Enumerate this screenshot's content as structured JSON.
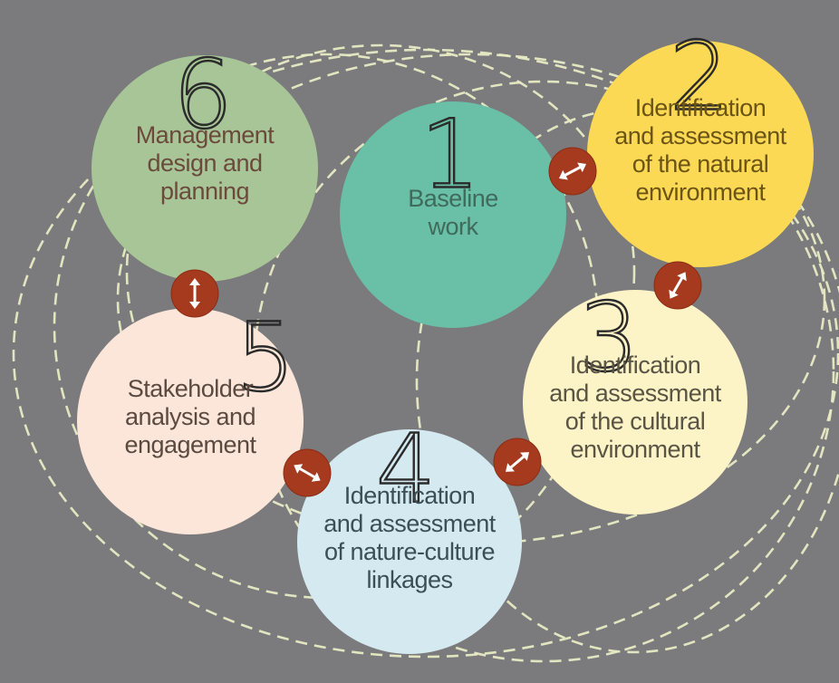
{
  "colors": {
    "background": "#7b7b7d",
    "ring": "#e7ebc4",
    "connector": "#a63a1f",
    "text_dark": "#2b2b2b"
  },
  "steps": [
    {
      "number": "1",
      "lines": [
        "Baseline",
        "work"
      ],
      "color": "#6abfa7",
      "text_color": "#3f6a5c"
    },
    {
      "number": "2",
      "lines": [
        "Identification",
        "and assessment",
        "of the natural",
        "environment"
      ],
      "color": "#fbd954",
      "text_color": "#6b5416"
    },
    {
      "number": "3",
      "lines": [
        "Identification",
        "and assessment",
        "of the cultural",
        "environment"
      ],
      "color": "#fcf3c7",
      "text_color": "#5a5444"
    },
    {
      "number": "4",
      "lines": [
        "Identification",
        "and assessment",
        "of nature-culture",
        "linkages"
      ],
      "color": "#d5e9f0",
      "text_color": "#3b4f56"
    },
    {
      "number": "5",
      "lines": [
        "Stakeholder",
        "analysis and",
        "engagement"
      ],
      "color": "#fbe6d9",
      "text_color": "#5b4a40"
    },
    {
      "number": "6",
      "lines": [
        "Management",
        "design and",
        "planning"
      ],
      "color": "#a8c597",
      "text_color": "#6b4a3c"
    }
  ],
  "connectors": [
    {
      "between": [
        "1",
        "2"
      ],
      "icon": "double-arrow-icon"
    },
    {
      "between": [
        "2",
        "3"
      ],
      "icon": "double-arrow-icon"
    },
    {
      "between": [
        "3",
        "4"
      ],
      "icon": "double-arrow-icon"
    },
    {
      "between": [
        "4",
        "5"
      ],
      "icon": "double-arrow-icon"
    },
    {
      "between": [
        "5",
        "6"
      ],
      "icon": "double-arrow-icon"
    }
  ]
}
